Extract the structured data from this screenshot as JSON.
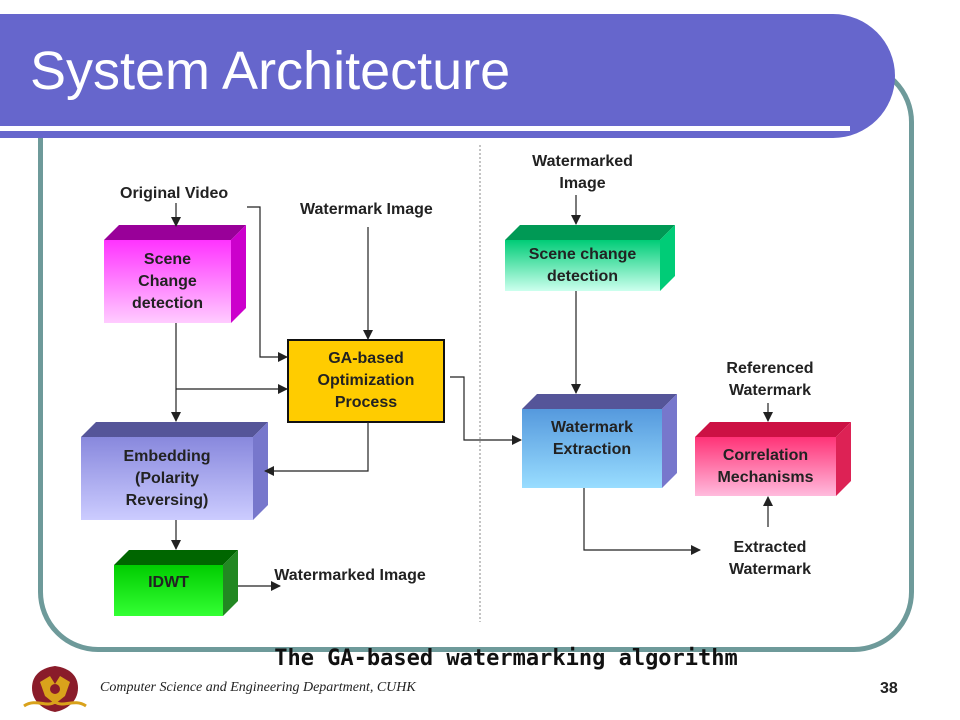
{
  "slide": {
    "title": "System Architecture",
    "caption": "The GA-based watermarking algorithm",
    "footer": "Computer Science and Engineering Department, CUHK",
    "page_number": "38"
  },
  "diagram": {
    "embedding": {
      "input_video": "Original Video",
      "input_watermark": "Watermark Image",
      "scene_change": "Scene Change detection",
      "ga_process": "GA-based Optimization Process",
      "embedding_box": "Embedding (Polarity Reversing)",
      "idwt": "IDWT",
      "output": "Watermarked Image"
    },
    "extraction": {
      "input": "Watermarked Image",
      "scene_change": "Scene change detection",
      "extraction_box": "Watermark Extraction",
      "referenced": "Referenced Watermark",
      "correlation": "Correlation Mechanisms",
      "extracted": "Extracted Watermark"
    }
  },
  "colors": {
    "title_bar": "#6666cc",
    "frame": "#6e9a9a",
    "scene_change_left": "#ff66ff",
    "ga_box": "#ffcc00",
    "embedding_box": "#9999ee",
    "idwt_box": "#22cc22",
    "scene_change_right": "#33dd99",
    "extraction_box": "#66bbee",
    "correlation_box": "#ff6699"
  }
}
